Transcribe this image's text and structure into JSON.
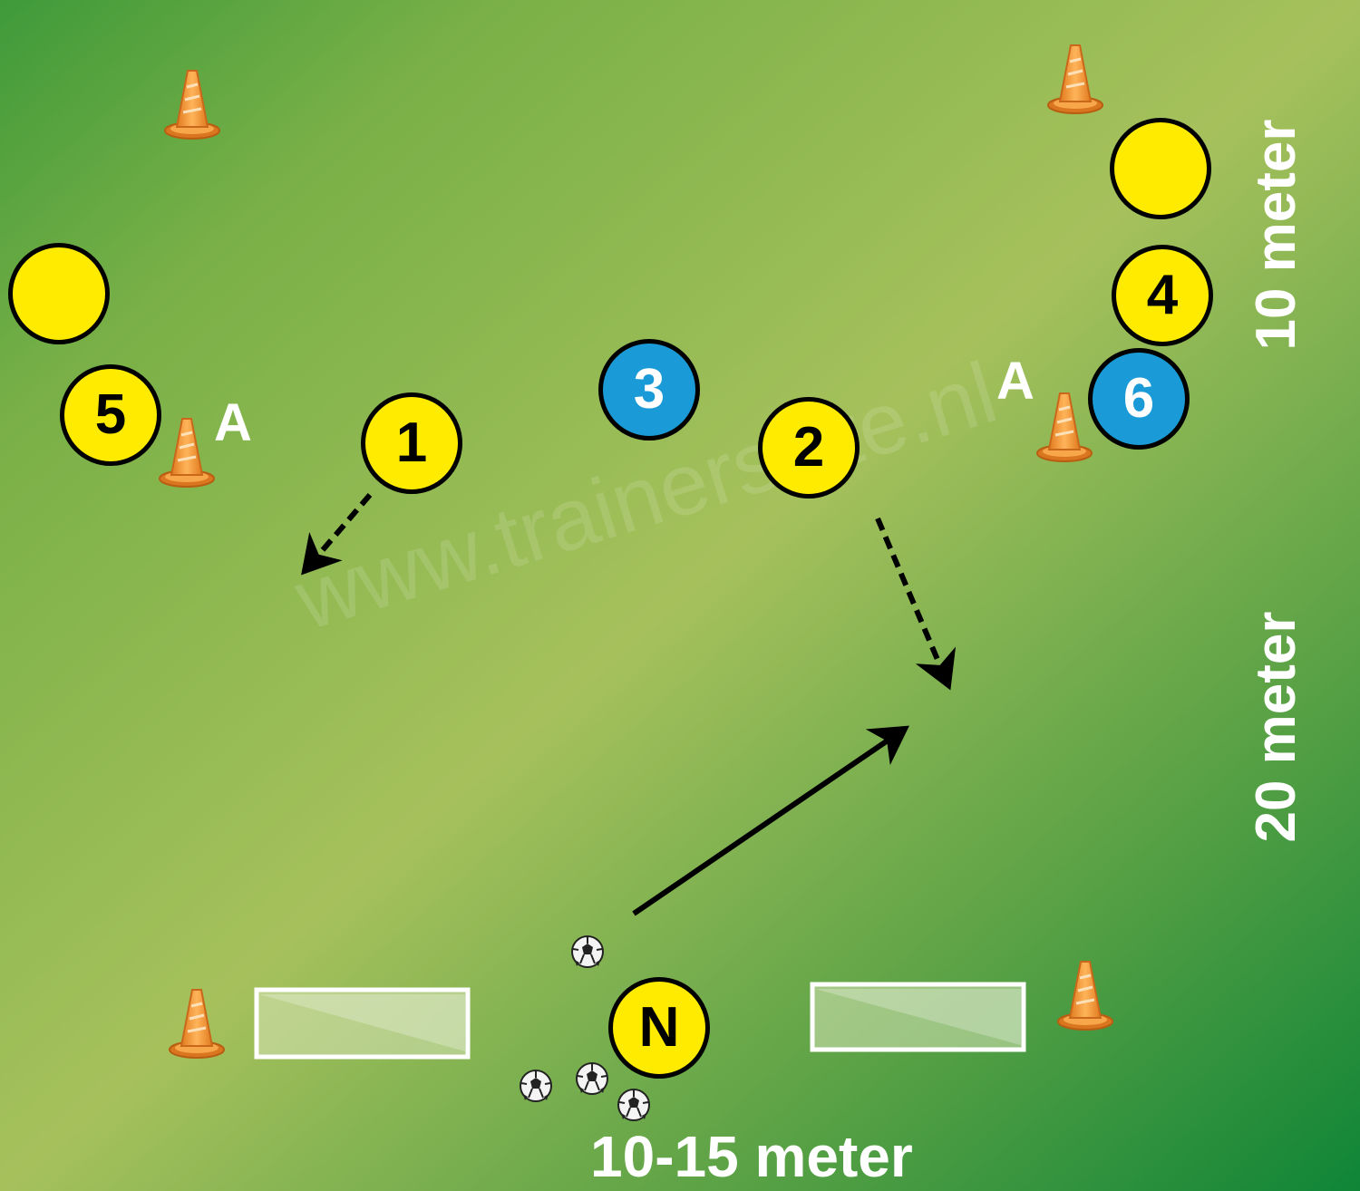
{
  "watermark": "www.trainerssite.nl",
  "colors": {
    "field_light": "#a8c35e",
    "field_dark": "#13893b",
    "player_yellow": "#ffeb00",
    "player_blue": "#1a9ad6",
    "cone": "#f39a2d"
  },
  "players": [
    {
      "id": "p1",
      "label": "1",
      "team": "yellow"
    },
    {
      "id": "p2",
      "label": "2",
      "team": "yellow"
    },
    {
      "id": "p3",
      "label": "3",
      "team": "blue"
    },
    {
      "id": "p4",
      "label": "4",
      "team": "yellow"
    },
    {
      "id": "p5",
      "label": "5",
      "team": "yellow"
    },
    {
      "id": "p6",
      "label": "6",
      "team": "blue"
    },
    {
      "id": "pN",
      "label": "N",
      "team": "yellow"
    },
    {
      "id": "pA1",
      "label": "",
      "team": "yellow"
    },
    {
      "id": "pA2",
      "label": "",
      "team": "yellow"
    }
  ],
  "labels": {
    "a_left": "A",
    "a_right": "A",
    "dim_top": "10 meter",
    "dim_side": "20 meter",
    "dim_bottom": "10-15 meter"
  },
  "icons": [
    "cone-icon",
    "ball-icon",
    "goal-icon",
    "arrow-icon"
  ]
}
